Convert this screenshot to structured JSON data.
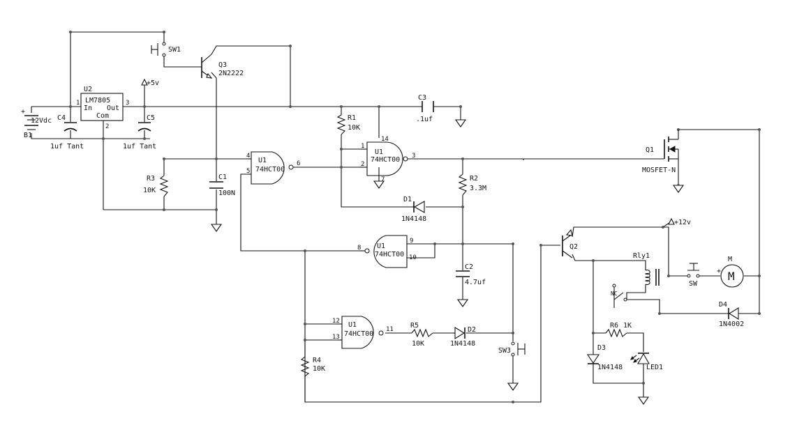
{
  "components": {
    "B1": {
      "ref": "B1",
      "value": "12Vdc",
      "plus": "+"
    },
    "U2": {
      "ref": "U2",
      "part": "LM7805",
      "in": "In",
      "out": "Out",
      "com": "Com",
      "pin1": "1",
      "pin2": "2",
      "pin3": "3"
    },
    "C4": {
      "ref": "C4",
      "value": "1uf Tant"
    },
    "C5": {
      "ref": "C5",
      "value": "1uf Tant"
    },
    "V5": {
      "label": "+5v"
    },
    "SW1": {
      "ref": "SW1"
    },
    "Q3": {
      "ref": "Q3",
      "part": "2N2222"
    },
    "C3": {
      "ref": "C3",
      "value": ".1uf"
    },
    "R1": {
      "ref": "R1",
      "value": "10K"
    },
    "U1a": {
      "ref": "U1",
      "part": "74HCT00",
      "pinA": "4",
      "pinB": "5",
      "pinY": "6"
    },
    "U1b": {
      "ref": "U1",
      "part": "74HCT00",
      "pinA": "1",
      "pinB": "2",
      "pinY": "3",
      "vcc": "14",
      "gnd": "7"
    },
    "U1c": {
      "ref": "U1",
      "part": "74HCT00",
      "pinA": "9",
      "pinB": "10",
      "pinY": "8"
    },
    "U1d": {
      "ref": "U1",
      "part": "74HCT00",
      "pinA": "12",
      "pinB": "13",
      "pinY": "11"
    },
    "R3": {
      "ref": "R3",
      "value": "10K"
    },
    "C1": {
      "ref": "C1",
      "value": "100N"
    },
    "Q1": {
      "ref": "Q1",
      "part": "MOSFET-N"
    },
    "R2": {
      "ref": "R2",
      "value": "3.3M"
    },
    "D1": {
      "ref": "D1",
      "part": "1N4148"
    },
    "C2": {
      "ref": "C2",
      "value": "4.7uf"
    },
    "R5": {
      "ref": "R5",
      "value": "10K"
    },
    "D2": {
      "ref": "D2",
      "part": "1N4148"
    },
    "SW3": {
      "ref": "SW3"
    },
    "R4": {
      "ref": "R4",
      "value": "10K"
    },
    "Q2": {
      "ref": "Q2"
    },
    "V12": {
      "label": "+12v"
    },
    "Rly1": {
      "ref": "Rly1",
      "nc": "NC"
    },
    "SW": {
      "ref": "SW"
    },
    "M": {
      "ref": "M",
      "symbol": "M",
      "plus": "+"
    },
    "D4": {
      "ref": "D4",
      "part": "1N4002"
    },
    "R6": {
      "ref": "R6",
      "value": "1K"
    },
    "D3": {
      "ref": "D3",
      "part": "1N4148"
    },
    "LED1": {
      "ref": "LED1"
    }
  }
}
